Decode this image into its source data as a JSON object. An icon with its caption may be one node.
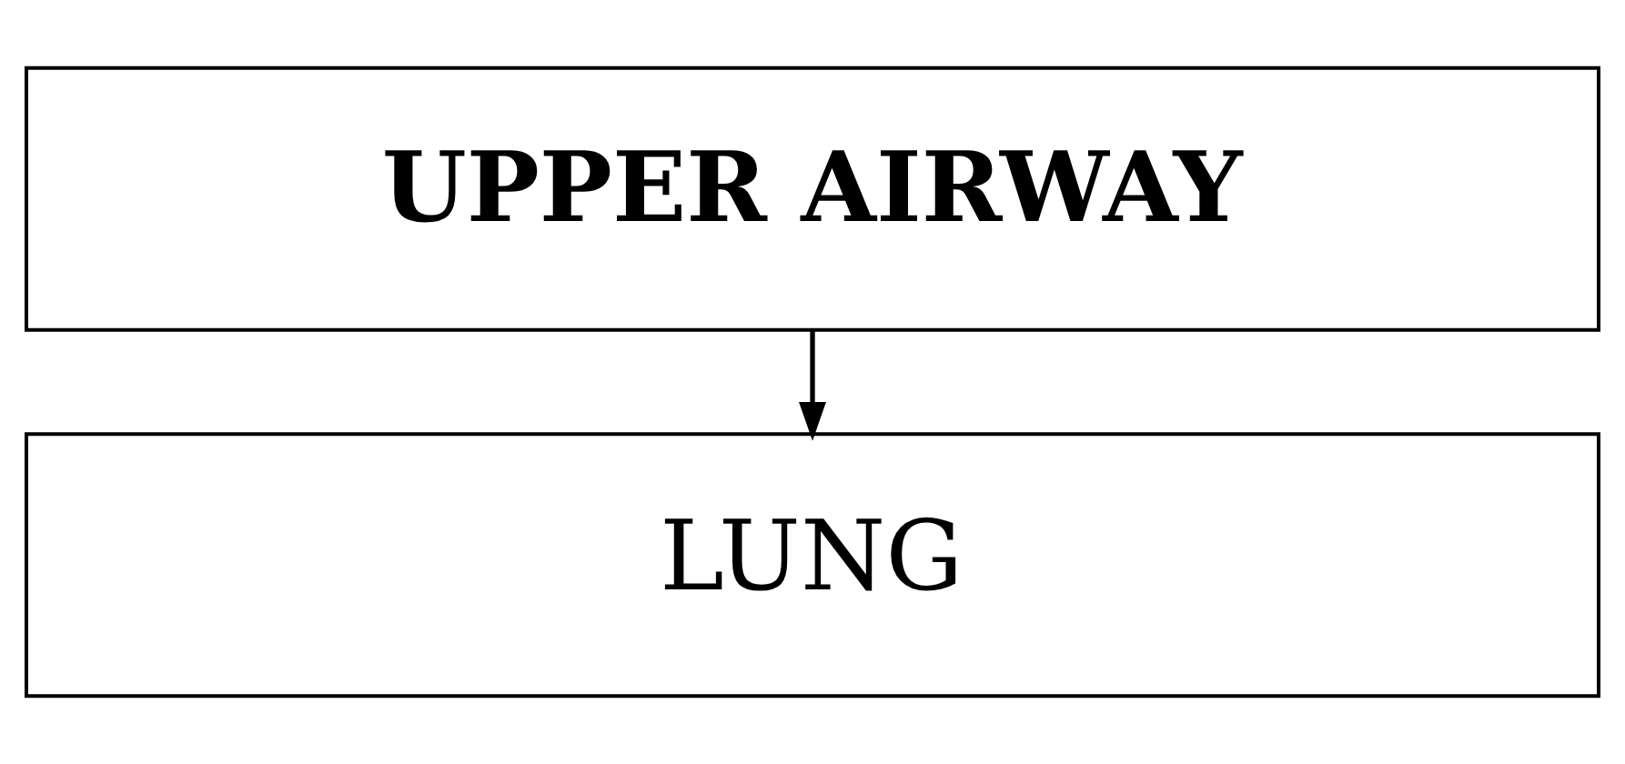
{
  "diagram": {
    "nodes": [
      {
        "text": [
          "UPPER AIRWAY"
        ]
      },
      {
        "text": [
          "LUNG"
        ]
      }
    ],
    "edges": [
      {
        "from": 0,
        "to": 1,
        "arrow": "to"
      }
    ]
  }
}
